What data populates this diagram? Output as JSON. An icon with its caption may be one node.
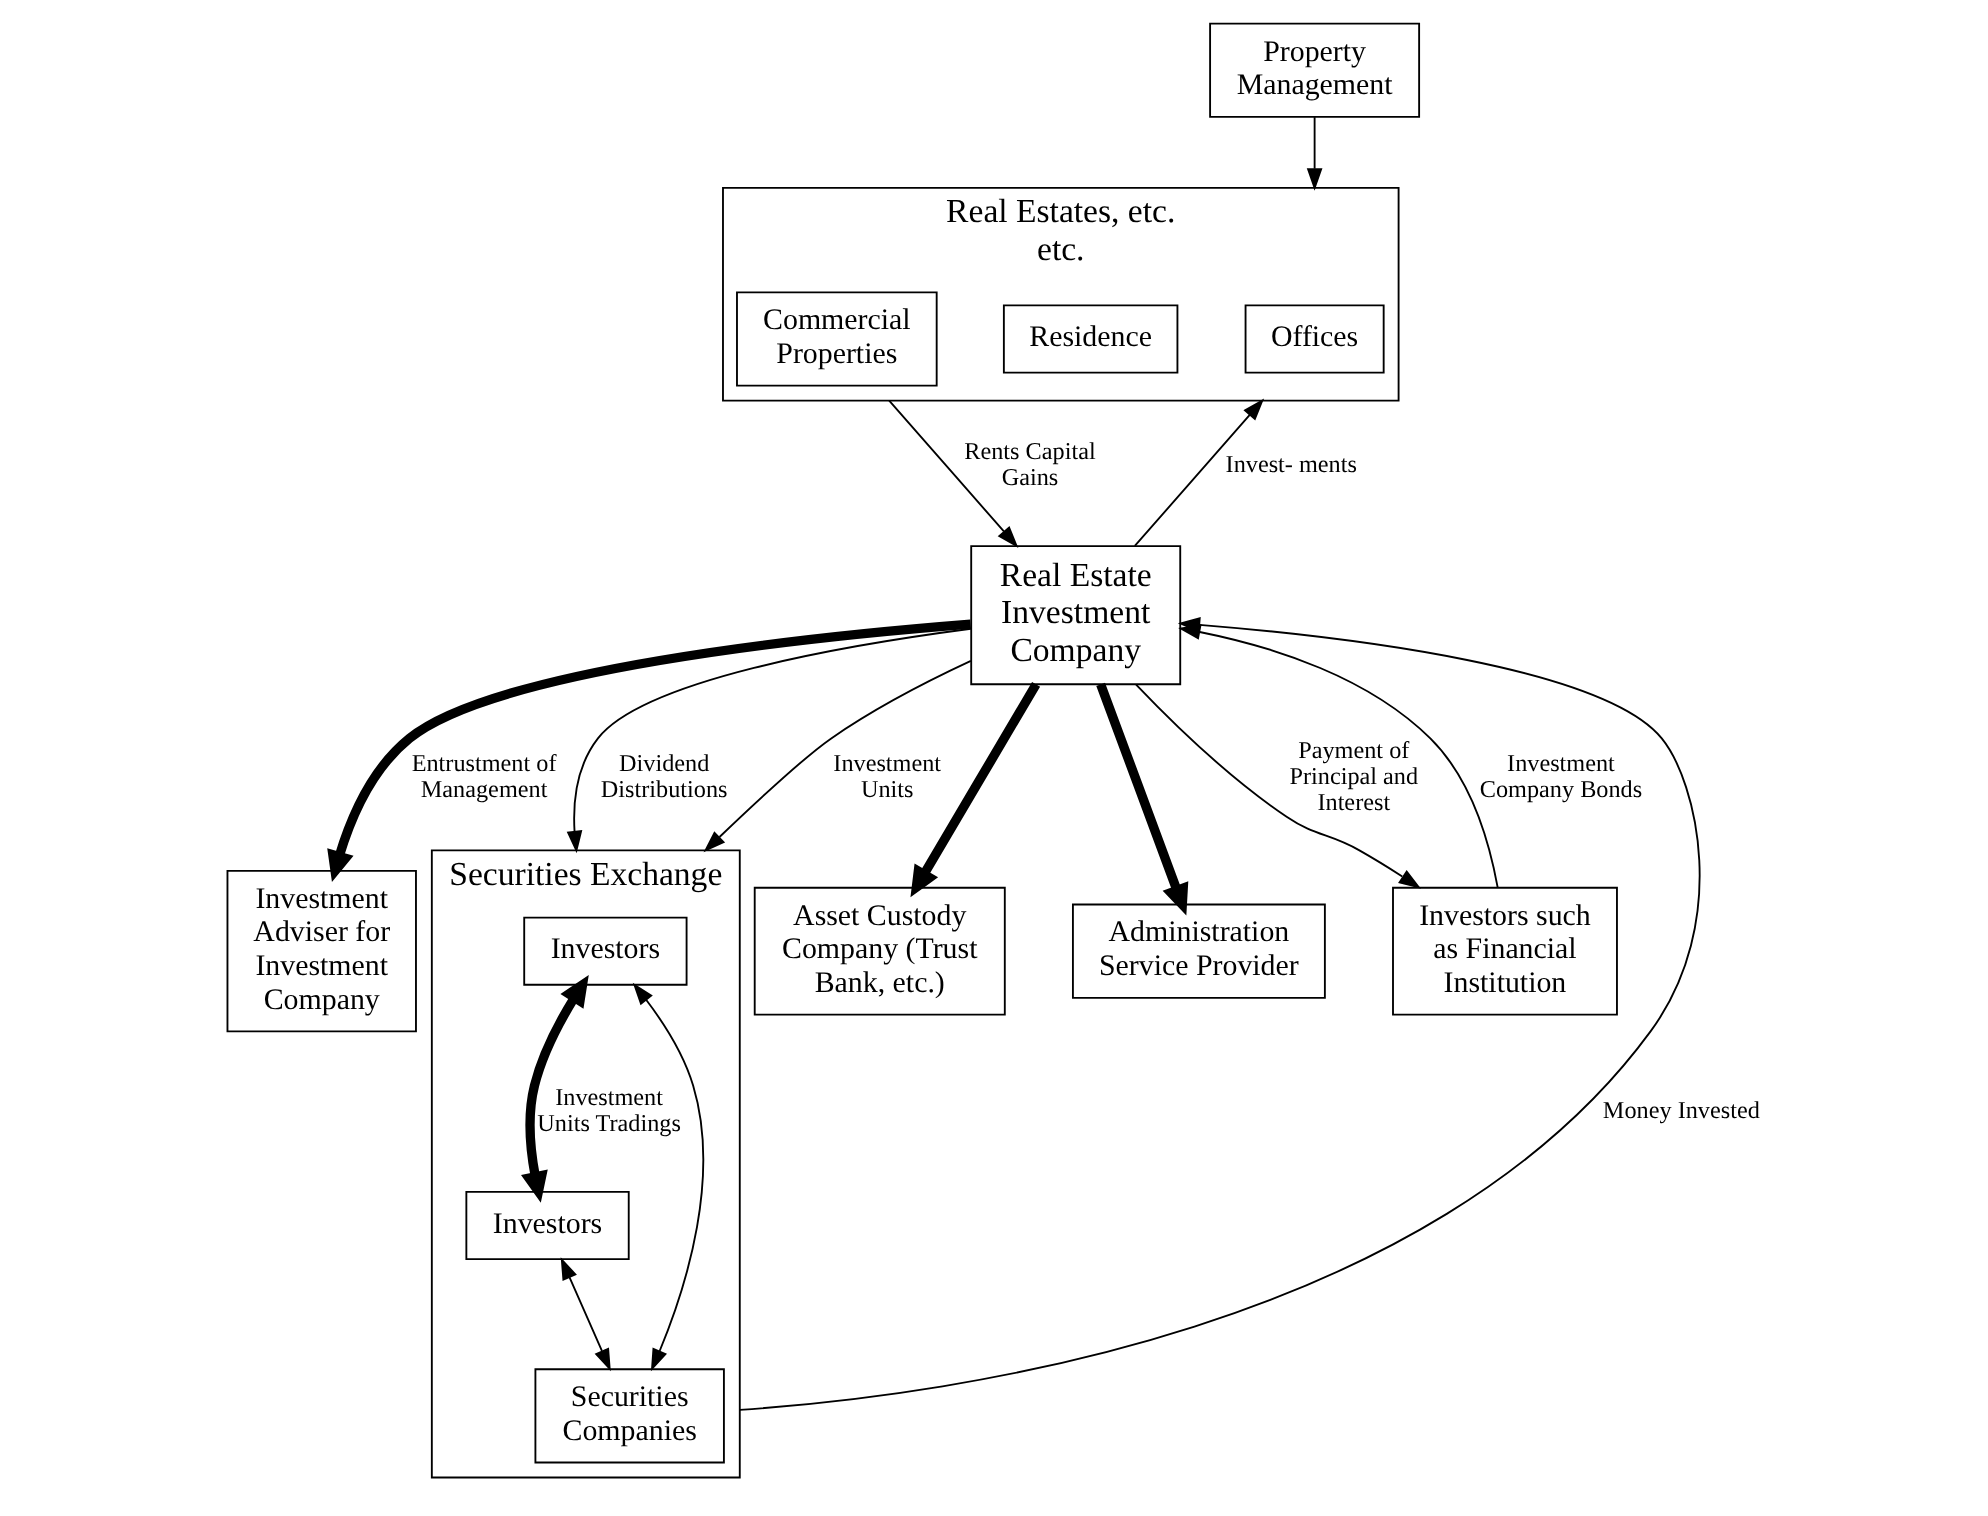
{
  "diagram": {
    "nodes": [
      {
        "text": [
          "Real Estate Investment Company"
        ]
      },
      {
        "text": [
          "Investment Adviser for Investment Company"
        ]
      },
      {
        "text": [
          "Securities Exchange"
        ]
      },
      {
        "text": [
          "Investors"
        ],
        "in": 2
      },
      {
        "text": [
          "Investors"
        ],
        "in": 2
      },
      {
        "text": [
          "Securities Companies"
        ],
        "in": 2
      },
      {
        "text": [
          "Property Management"
        ]
      },
      {
        "text": [
          "Asset Custody Company (Trust Bank, etc.)"
        ]
      },
      {
        "text": [
          "Administration Service Provider"
        ]
      },
      {
        "text": [
          "Real Estates, etc.",
          "etc."
        ]
      },
      {
        "text": [
          "Offices"
        ],
        "in": 9
      },
      {
        "text": [
          "Residence"
        ],
        "in": 9
      },
      {
        "text": [
          "Commercial Properties"
        ],
        "in": 9
      },
      {
        "text": [
          "Investors such as Financial Institution"
        ]
      }
    ],
    "edges": [
      {
        "from": 0,
        "to": 1,
        "arrow": "to",
        "label": "Entrustment of Management",
        "style": "thick"
      },
      {
        "from": 0,
        "to": 2,
        "arrow": "to",
        "label": "Dividend Distributions"
      },
      {
        "from": 0,
        "to": 2,
        "arrow": "to",
        "label": "Investment Units"
      },
      {
        "from": 2,
        "to": 0,
        "arrow": "to",
        "label": "Money Invested"
      },
      {
        "from": 3,
        "to": 4,
        "arrow": "both",
        "label": "Investment Units Tradings",
        "style": "thick"
      },
      {
        "from": 3,
        "to": 5,
        "arrow": "both"
      },
      {
        "from": 4,
        "to": 5,
        "arrow": "both"
      },
      {
        "from": 0,
        "to": 7,
        "arrow": "to",
        "style": "thick"
      },
      {
        "from": 0,
        "to": 8,
        "arrow": "to",
        "style": "thick"
      },
      {
        "from": 6,
        "to": 9,
        "arrow": "to"
      },
      {
        "from": 9,
        "to": 0,
        "arrow": "to",
        "label": "Rents Capital Gains"
      },
      {
        "from": 0,
        "to": 9,
        "arrow": "to",
        "label": "Invest- ments"
      },
      {
        "from": 0,
        "to": 13,
        "arrow": "to",
        "label": "Payment of Principal and Interest"
      },
      {
        "from": 13,
        "to": 0,
        "arrow": "to",
        "label": "Investment Company Bonds"
      }
    ]
  }
}
